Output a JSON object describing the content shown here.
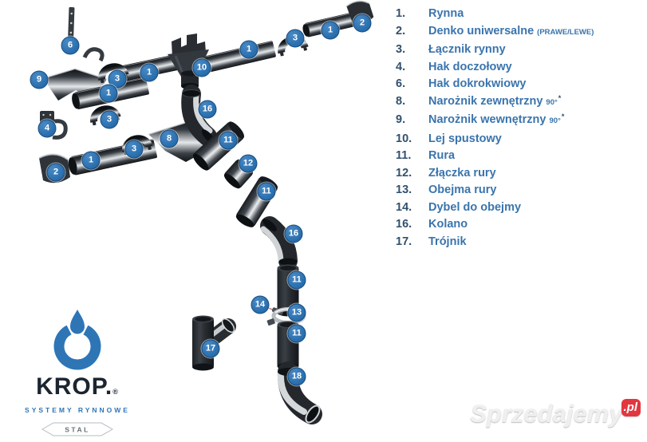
{
  "legend": {
    "items": [
      {
        "num": "1.",
        "label": "Rynna",
        "suffix": "",
        "sup": ""
      },
      {
        "num": "2.",
        "label": "Denko uniwersalne",
        "suffix": "(PRAWE/LEWE)",
        "sup": ""
      },
      {
        "num": "3.",
        "label": "Łącznik rynny",
        "suffix": "",
        "sup": ""
      },
      {
        "num": "4.",
        "label": "Hak doczołowy",
        "suffix": "",
        "sup": ""
      },
      {
        "num": "6.",
        "label": "Hak dokrokwiowy",
        "suffix": "",
        "sup": ""
      },
      {
        "num": "8.",
        "label": "Narożnik zewnętrzny",
        "suffix": "90°",
        "sup": "*"
      },
      {
        "num": "9.",
        "label": "Narożnik wewnętrzny",
        "suffix": "90°",
        "sup": "*"
      },
      {
        "num": "10.",
        "label": "Lej spustowy",
        "suffix": "",
        "sup": ""
      },
      {
        "num": "11.",
        "label": "Rura",
        "suffix": "",
        "sup": ""
      },
      {
        "num": "12.",
        "label": "Złączka rury",
        "suffix": "",
        "sup": ""
      },
      {
        "num": "13.",
        "label": "Obejma rury",
        "suffix": "",
        "sup": ""
      },
      {
        "num": "14.",
        "label": "Dybel do obejmy",
        "suffix": "",
        "sup": ""
      },
      {
        "num": "16.",
        "label": "Kolano",
        "suffix": "",
        "sup": ""
      },
      {
        "num": "17.",
        "label": "Trójnik",
        "suffix": "",
        "sup": ""
      }
    ]
  },
  "badges": [
    {
      "n": "6"
    },
    {
      "n": "9"
    },
    {
      "n": "3"
    },
    {
      "n": "1"
    },
    {
      "n": "10"
    },
    {
      "n": "1"
    },
    {
      "n": "3"
    },
    {
      "n": "1"
    },
    {
      "n": "2"
    },
    {
      "n": "1"
    },
    {
      "n": "16"
    },
    {
      "n": "3"
    },
    {
      "n": "4"
    },
    {
      "n": "8"
    },
    {
      "n": "3"
    },
    {
      "n": "1"
    },
    {
      "n": "2"
    },
    {
      "n": "11"
    },
    {
      "n": "12"
    },
    {
      "n": "11"
    },
    {
      "n": "16"
    },
    {
      "n": "11"
    },
    {
      "n": "14"
    },
    {
      "n": "13"
    },
    {
      "n": "11"
    },
    {
      "n": "17"
    },
    {
      "n": "18"
    }
  ],
  "logo": {
    "brand": "KROP.",
    "reg": "®",
    "tagline": "SYSTEMY RYNNOWE",
    "material": "STAL"
  },
  "watermark": {
    "text": "Sprzedajemy",
    "tld": ".pl"
  },
  "colors": {
    "accent_blue": "#2e75b6",
    "badge_blue": "#2e74b5",
    "legend_number": "#31506e",
    "legend_label": "#3a74ad",
    "brand_navy": "#1b2530",
    "watermark_red": "#e2373f",
    "steel_dark": "#2b3036"
  }
}
